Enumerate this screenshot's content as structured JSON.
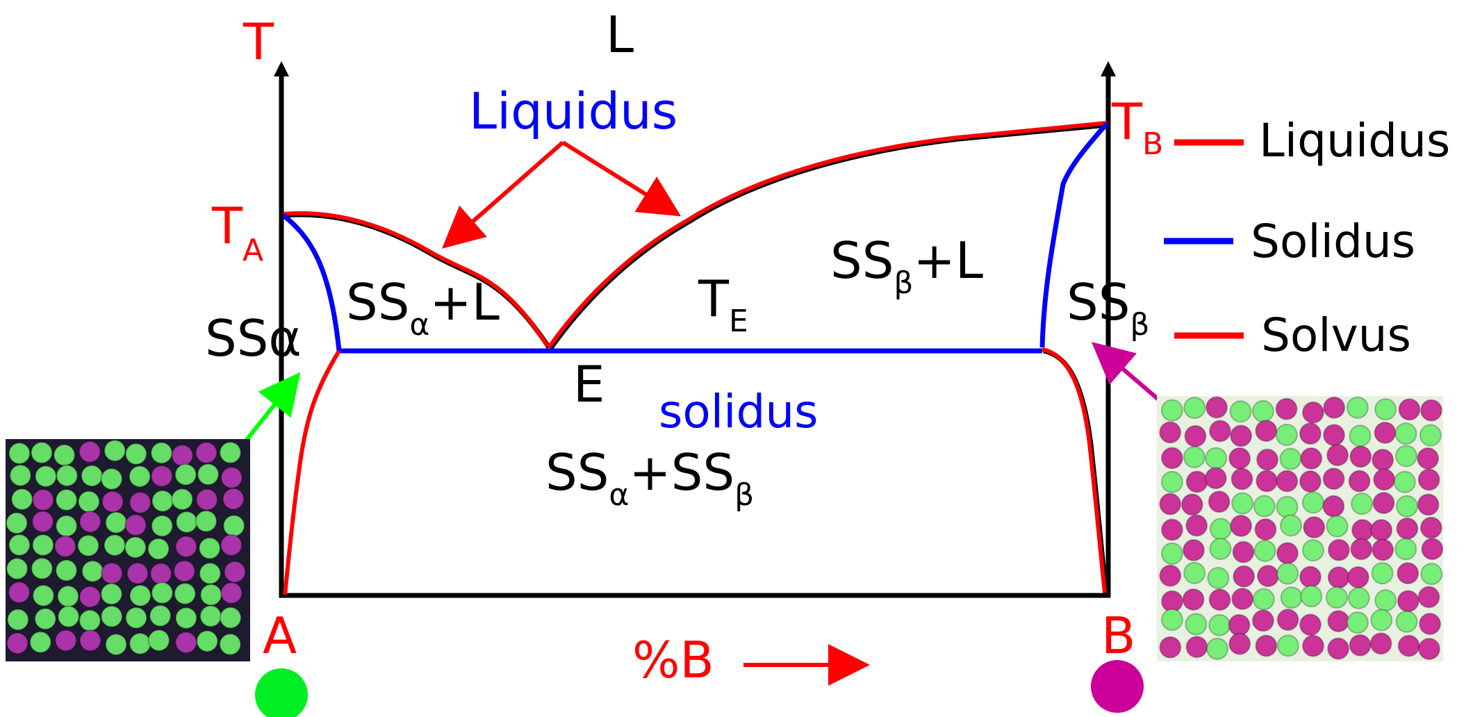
{
  "colors": {
    "axis": "#000000",
    "liquidus": "#ff0000",
    "solidus": "#0000ff",
    "solvus": "#ff0000",
    "label_red": "#ff0000",
    "label_blue": "#0000ff",
    "label_black": "#000000",
    "arrow_green": "#00ff00",
    "arrow_magenta": "#cc0099",
    "atom_green": "#66dd66",
    "atom_purple": "#aa33aa",
    "atom_magenta": "#cc3399"
  },
  "labels": {
    "t_axis": "T",
    "liquid_region": "L",
    "liquidus_title": "Liquidus",
    "ta_main": "T",
    "ta_sub": "A",
    "tb_main": "T",
    "tb_sub": "B",
    "te_main": "T",
    "te_sub": "E",
    "ss_alpha": "SSα",
    "ss_alpha_l_main": "SS",
    "ss_alpha_l_sub": "α",
    "ss_alpha_l_tail": "+L",
    "ss_beta_l_main": "SS",
    "ss_beta_l_sub": "β",
    "ss_beta_l_tail": "+L",
    "ss_beta_main": "SS",
    "ss_beta_sub": "β",
    "eutectic_point": "E",
    "solidus_label": "solidus",
    "two_phase_main1": "SS",
    "two_phase_sub1": "α",
    "two_phase_mid": "+SS",
    "two_phase_sub2": "β",
    "component_a": "A",
    "component_b": "B",
    "composition_axis": "%B"
  },
  "legend": {
    "items": [
      {
        "label": "Liquidus",
        "color": "#ff0000"
      },
      {
        "label": "Solidus",
        "color": "#0000ff"
      },
      {
        "label": "Solvus",
        "color": "#ff0000"
      }
    ]
  },
  "atom_images": {
    "left": {
      "background": "#1e1a30",
      "atom_a": "#66dd66",
      "atom_b": "#aa33aa"
    },
    "right": {
      "background": "#e8f0e0",
      "atom_a": "#cc3399",
      "atom_b": "#77ee77"
    }
  }
}
